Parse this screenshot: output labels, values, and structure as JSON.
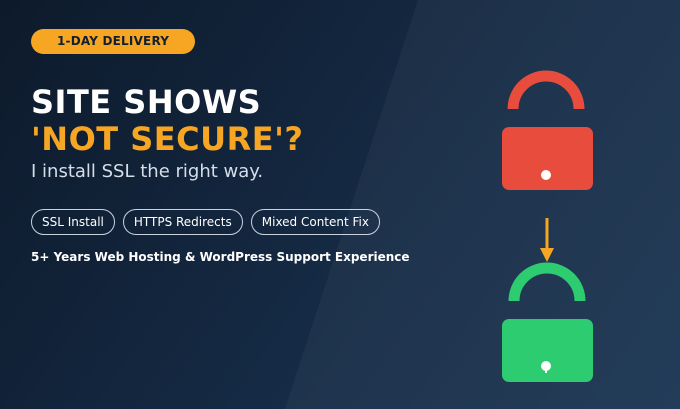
{
  "badge": {
    "label": "1-DAY DELIVERY"
  },
  "headline": {
    "line1": "SITE SHOWS",
    "line2": "'NOT SECURE'?"
  },
  "subtitle": "I install SSL the right way.",
  "tags": [
    {
      "label": "SSL Install"
    },
    {
      "label": "HTTPS Redirects"
    },
    {
      "label": "Mixed Content Fix"
    }
  ],
  "experience": "5+ Years Web Hosting & WordPress Support Experience",
  "colors": {
    "accent": "#f6a623",
    "insecure_lock": "#e74c3c",
    "secure_lock": "#2ecc71",
    "background": "#13243a"
  }
}
